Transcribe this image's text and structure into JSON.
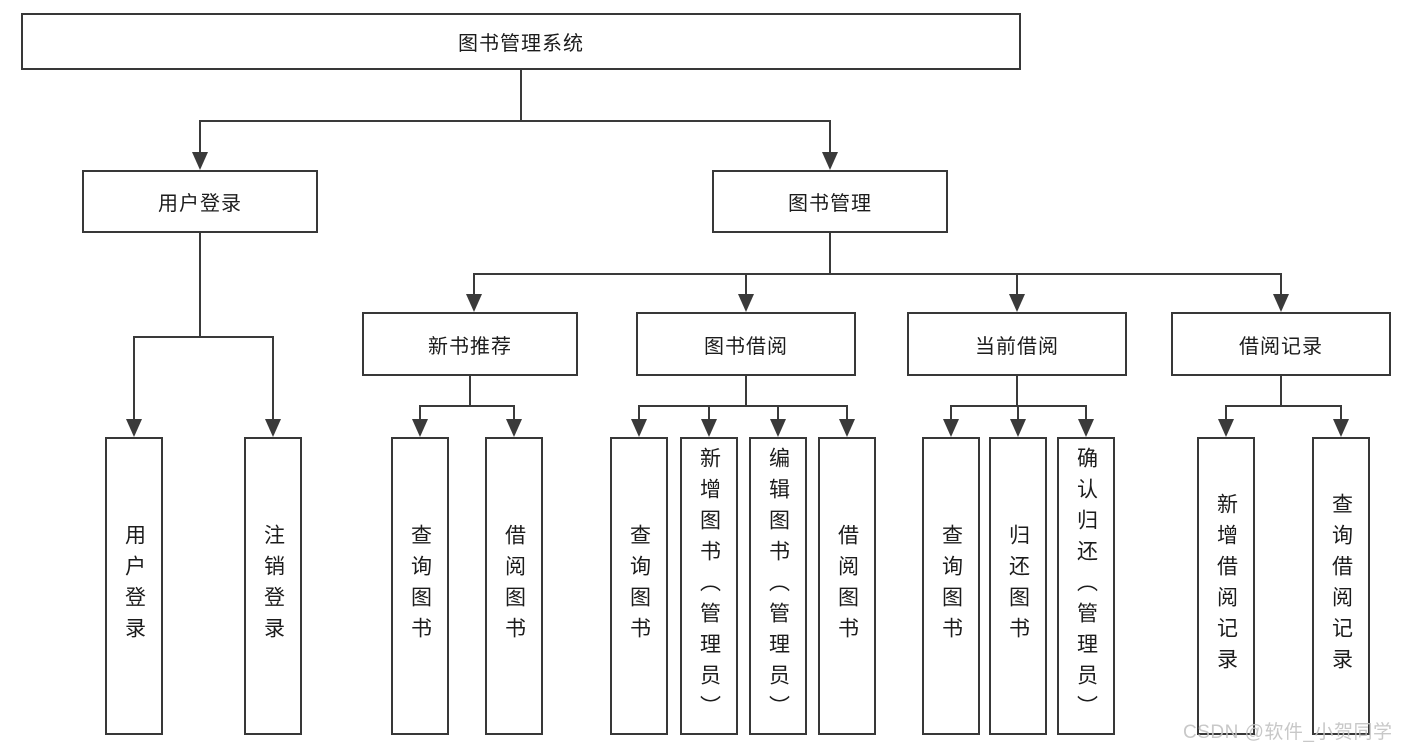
{
  "tree": {
    "label": "图书管理系统",
    "children": [
      {
        "label": "用户登录",
        "children": [
          {
            "label": "用户登录"
          },
          {
            "label": "注销登录"
          }
        ]
      },
      {
        "label": "图书管理",
        "children": [
          {
            "label": "新书推荐",
            "children": [
              {
                "label": "查询图书"
              },
              {
                "label": "借阅图书"
              }
            ]
          },
          {
            "label": "图书借阅",
            "children": [
              {
                "label": "查询图书"
              },
              {
                "label": "新增图书（管理员）"
              },
              {
                "label": "编辑图书（管理员）"
              },
              {
                "label": "借阅图书"
              }
            ]
          },
          {
            "label": "当前借阅",
            "children": [
              {
                "label": "查询图书"
              },
              {
                "label": "归还图书"
              },
              {
                "label": "确认归还（管理员）"
              }
            ]
          },
          {
            "label": "借阅记录",
            "children": [
              {
                "label": "新增借阅记录"
              },
              {
                "label": "查询借阅记录"
              }
            ]
          }
        ]
      }
    ]
  },
  "watermark": {
    "text": "CSDN @软件_小贺同学"
  },
  "colors": {
    "line": "#3a3a3a",
    "box_border": "#383838",
    "text": "#1c1c1c",
    "watermark": "#c3c3c3",
    "background": "#ffffff"
  }
}
